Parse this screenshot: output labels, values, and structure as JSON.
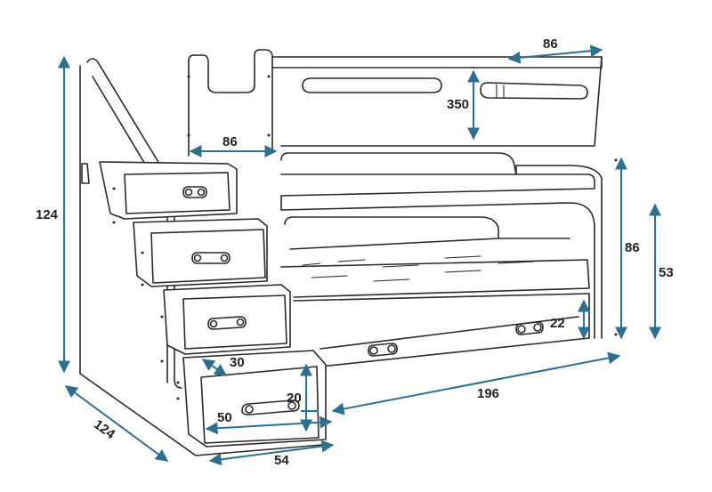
{
  "colors": {
    "dimension_line": "#2e6f8e",
    "outline": "#2a2a2a",
    "background": "#ffffff"
  },
  "dimensions": {
    "top_width": "86",
    "rail_gap": "350",
    "step_depth": "86",
    "total_height_left": "124",
    "depth_bottom_left": "124",
    "bed_height_right": "86",
    "lower_height_right": "53",
    "drawer_height": "22",
    "bed_length": "196",
    "step_riser": "30",
    "step_height": "20",
    "step_width": "50",
    "stairs_width": "54"
  }
}
